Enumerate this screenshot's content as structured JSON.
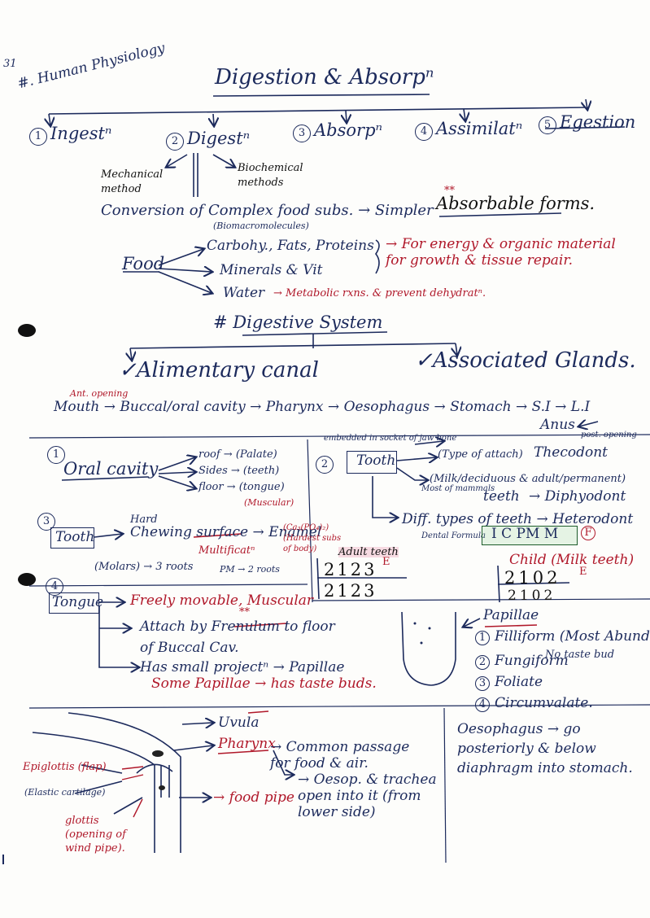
{
  "page": {
    "page_number": "31",
    "chapter": "#. Human Physiology",
    "title": "Digestion & Absorpⁿ"
  },
  "steps": [
    {
      "num": "1",
      "label": "Ingestⁿ"
    },
    {
      "num": "2",
      "label": "Digestⁿ"
    },
    {
      "num": "3",
      "label": "Absorpⁿ"
    },
    {
      "num": "4",
      "label": "Assimilatⁿ"
    },
    {
      "num": "5",
      "label": "Egestion"
    }
  ],
  "digestion_methods": {
    "mechanical": "Mechanical method",
    "biochemical": "Biochemical methods"
  },
  "conversion": {
    "text": "Conversion of Complex food subs. → Simpler",
    "stars": "**",
    "highlight": "Absorbable forms.",
    "note": "(Biomacromolecules)"
  },
  "food": {
    "label": "Food",
    "items": [
      "Carbohy., Fats, Proteins",
      "Minerals & Vit",
      "Water"
    ],
    "energy_note": "→ For energy & organic material for growth & tissue repair.",
    "water_note": "→ Metabolic rxns. & prevent dehydratⁿ."
  },
  "digestive_system": {
    "heading": "# Digestive System",
    "branch_left": "✓Alimentary canal",
    "branch_right": "✓Associated Glands.",
    "ant_opening": "Ant. opening",
    "path": "Mouth → Buccal/oral cavity → Pharynx → Oesophagus → Stomach → S.I → L.I",
    "anus": "Anus",
    "post_opening": "post. opening"
  },
  "oral_cavity": {
    "num": "1",
    "label": "Oral cavity",
    "parts": [
      "roof → (Palate)",
      "Sides → (teeth)",
      "floor → (tongue)"
    ],
    "muscular": "(Muscular)"
  },
  "tooth_info": {
    "num": "2",
    "label": "Tooth",
    "embedded": "embedded in socket of jaw bone",
    "attach": "(Type of attach)",
    "thecodont": "Thecodont",
    "sets": "(Milk/deciduous & adult/permanent)",
    "sets_label": "teeth",
    "diphyodont": "→ Diphyodont",
    "mammals": "Most of mammals",
    "types": "Diff. types of teeth → Heterodont",
    "dental_formula": "Dental Formula",
    "icpmm": "I C PM M",
    "f_mark": "F"
  },
  "tooth_surface": {
    "num": "3",
    "label": "Tooth",
    "hard": "Hard",
    "chewing": "Chewing surface → Enamel",
    "enamel_note": "(Ca₃(PO₄)₂) (Hardest subs of body)",
    "multi": "Multificatⁿ",
    "molars": "(Molars) → 3 roots",
    "pm": "PM → 2 roots"
  },
  "formula": {
    "adult_label": "Adult teeth",
    "adult_top": "2123",
    "adult_bottom": "2123",
    "child_label": "Child (Milk teeth)",
    "child_top": "2102",
    "child_bottom": "2102",
    "e_mark": "E"
  },
  "tongue": {
    "num": "4",
    "label": "Tongue",
    "line1": "Freely movable, Muscular",
    "line2": "Attach by Frenulum to floor",
    "line3": "of Buccal Cav.",
    "line4": "Has small projectⁿ → Papillae",
    "line5": "Some Papillae → has taste buds.",
    "stars": "**"
  },
  "papillae": {
    "heading": "Papillae",
    "items": [
      {
        "num": "1",
        "label": "Filliform (Most Abundant)"
      },
      {
        "num": "2",
        "label": "Fungiform"
      },
      {
        "num": "3",
        "label": "Foliate"
      },
      {
        "num": "4",
        "label": "Circumvalate."
      }
    ],
    "no_taste": "No taste bud"
  },
  "pharynx_diagram": {
    "uvula": "Uvula",
    "pharynx": "Pharynx",
    "pharynx_note": "→ Common passage for food & air.",
    "oesop_note": "→ Oesop. & trachea open into it (from lower side)",
    "epiglottis": "Epiglottis (flap)",
    "elastic": "(Elastic cartilage)",
    "food_pipe": "→ food pipe",
    "glottis": "glottis (opening of wind pipe)."
  },
  "oesophagus_note": "Oesophagus → go posteriorly & below diaphragm into stomach."
}
